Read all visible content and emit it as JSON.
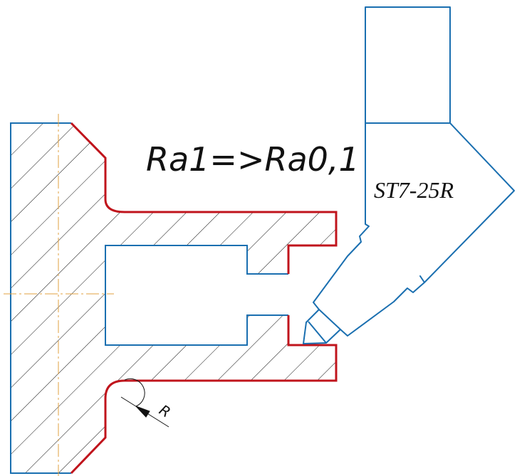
{
  "annotations": {
    "roughness": "Ra1=>Ra0,1",
    "tool_name": "ST7-25R",
    "radius_label": "R"
  },
  "colors": {
    "machined_surface": "#c0141c",
    "contour": "#1a6fb0",
    "centerline": "#e0a040",
    "hatch": "#111111"
  }
}
